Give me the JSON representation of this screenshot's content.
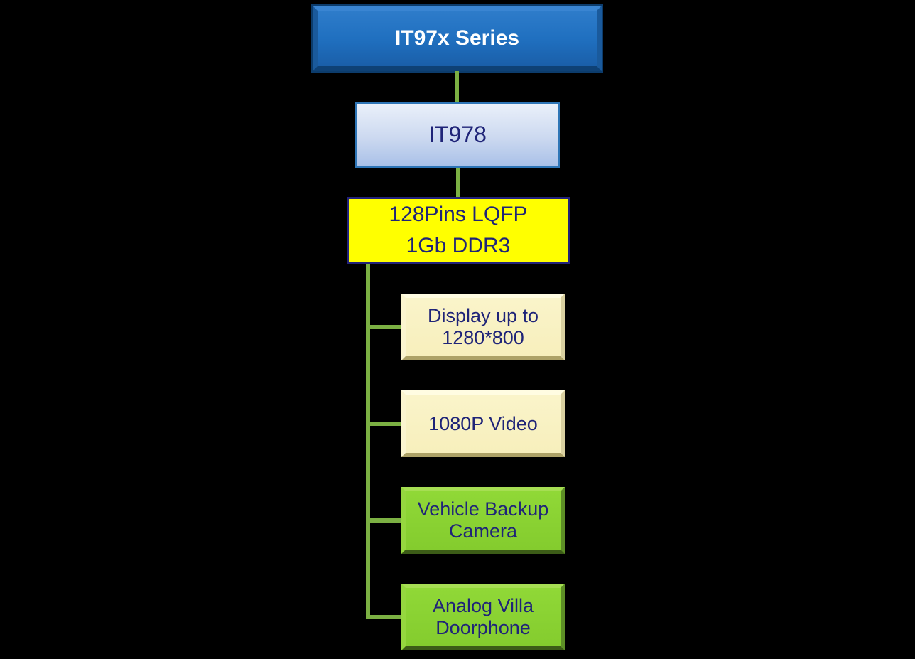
{
  "canvas": {
    "background": "#000000"
  },
  "diagram": {
    "root": {
      "label": "IT97x Series"
    },
    "chip": {
      "label": "IT978"
    },
    "package": {
      "label": "128Pins LQFP\n1Gb DDR3"
    },
    "features": [
      {
        "label": "Display up to\n1280*800",
        "variant": "cream"
      },
      {
        "label": "1080P Video",
        "variant": "cream"
      },
      {
        "label": "Vehicle Backup\nCamera",
        "variant": "green"
      },
      {
        "label": "Analog Villa\nDoorphone",
        "variant": "green"
      }
    ]
  },
  "colors": {
    "root_fill": "#2070c0",
    "root_text": "#ffffff",
    "chip_fill_top": "#eaf0fa",
    "chip_fill_bottom": "#aac1e8",
    "chip_border": "#2e75b6",
    "package_fill": "#ffff00",
    "package_border": "#22227a",
    "cream_fill": "#f8f1c1",
    "green_fill": "#8cd633",
    "node_text": "#1f2478",
    "connector": "#7cb043"
  }
}
